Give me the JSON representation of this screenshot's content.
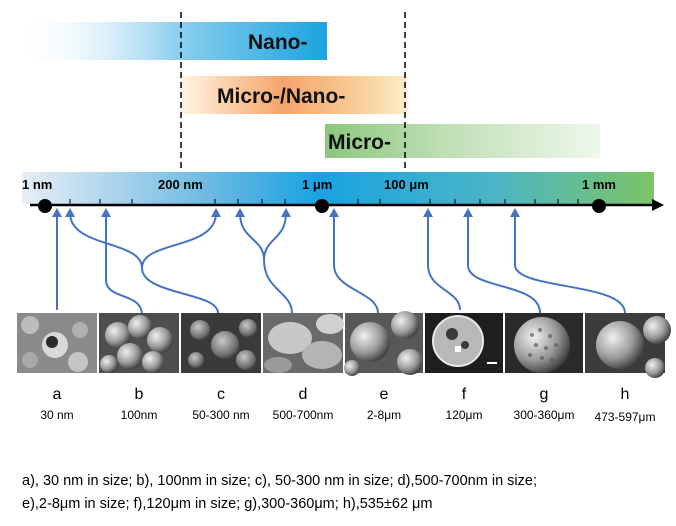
{
  "bands": [
    {
      "label": "Nano-",
      "color": "#1aa3e0"
    },
    {
      "label": "Micro-/Nano-",
      "color": "#f4a46a"
    },
    {
      "label": "Micro-",
      "color": "#98c98a"
    }
  ],
  "axis": {
    "ticks": [
      {
        "label": "1 nm"
      },
      {
        "label": "200 nm"
      },
      {
        "label": "1 μm"
      },
      {
        "label": "100 μm"
      },
      {
        "label": "1 mm"
      }
    ]
  },
  "images": [
    {
      "letter": "a",
      "size": "30 nm"
    },
    {
      "letter": "b",
      "size": "100nm"
    },
    {
      "letter": "c",
      "size": "50-300 nm"
    },
    {
      "letter": "d",
      "size": "500-700nm"
    },
    {
      "letter": "e",
      "size": "2-8μm"
    },
    {
      "letter": "f",
      "size": "120μm"
    },
    {
      "letter": "g",
      "size": "300-360μm"
    },
    {
      "letter": "h",
      "size": "473-597μm"
    }
  ],
  "caption": {
    "line1": "a), 30 nm in size; b), 100nm in size; c), 50-300 nm in size; d),500-700nm in size;",
    "line2": "e),2-8μm in size; f),120μm in size; g),300-360μm; h),535±62 μm"
  },
  "colors": {
    "connector": "#4472c4",
    "axis": "#000000"
  }
}
